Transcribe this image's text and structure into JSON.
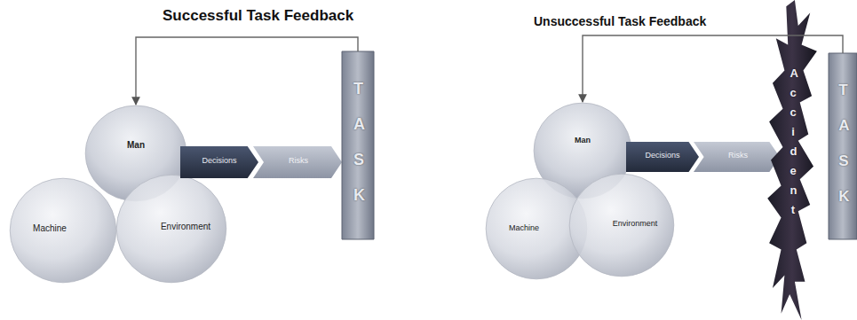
{
  "diagram": {
    "nodes": [
      {
        "text": [
          "Man"
        ]
      },
      {
        "text": [
          "Machine"
        ]
      },
      {
        "text": [
          "Environment"
        ]
      },
      {
        "text": [
          "Decisions"
        ]
      },
      {
        "text": [
          "Risks"
        ]
      },
      {
        "text": [
          "TASK"
        ]
      },
      {
        "text": [
          "Man"
        ]
      },
      {
        "text": [
          "Machine"
        ]
      },
      {
        "text": [
          "Environment"
        ]
      },
      {
        "text": [
          "Decisions"
        ]
      },
      {
        "text": [
          "Risks"
        ]
      },
      {
        "text": [
          "Accident"
        ]
      },
      {
        "text": [
          "TASK"
        ]
      }
    ],
    "edges": [
      {
        "from": 5,
        "to": 0,
        "arrow": "to",
        "label": "Successful Task Feedback"
      },
      {
        "from": 12,
        "to": 6,
        "arrow": "to",
        "label": "Unsuccessful Task Feedback"
      }
    ]
  }
}
